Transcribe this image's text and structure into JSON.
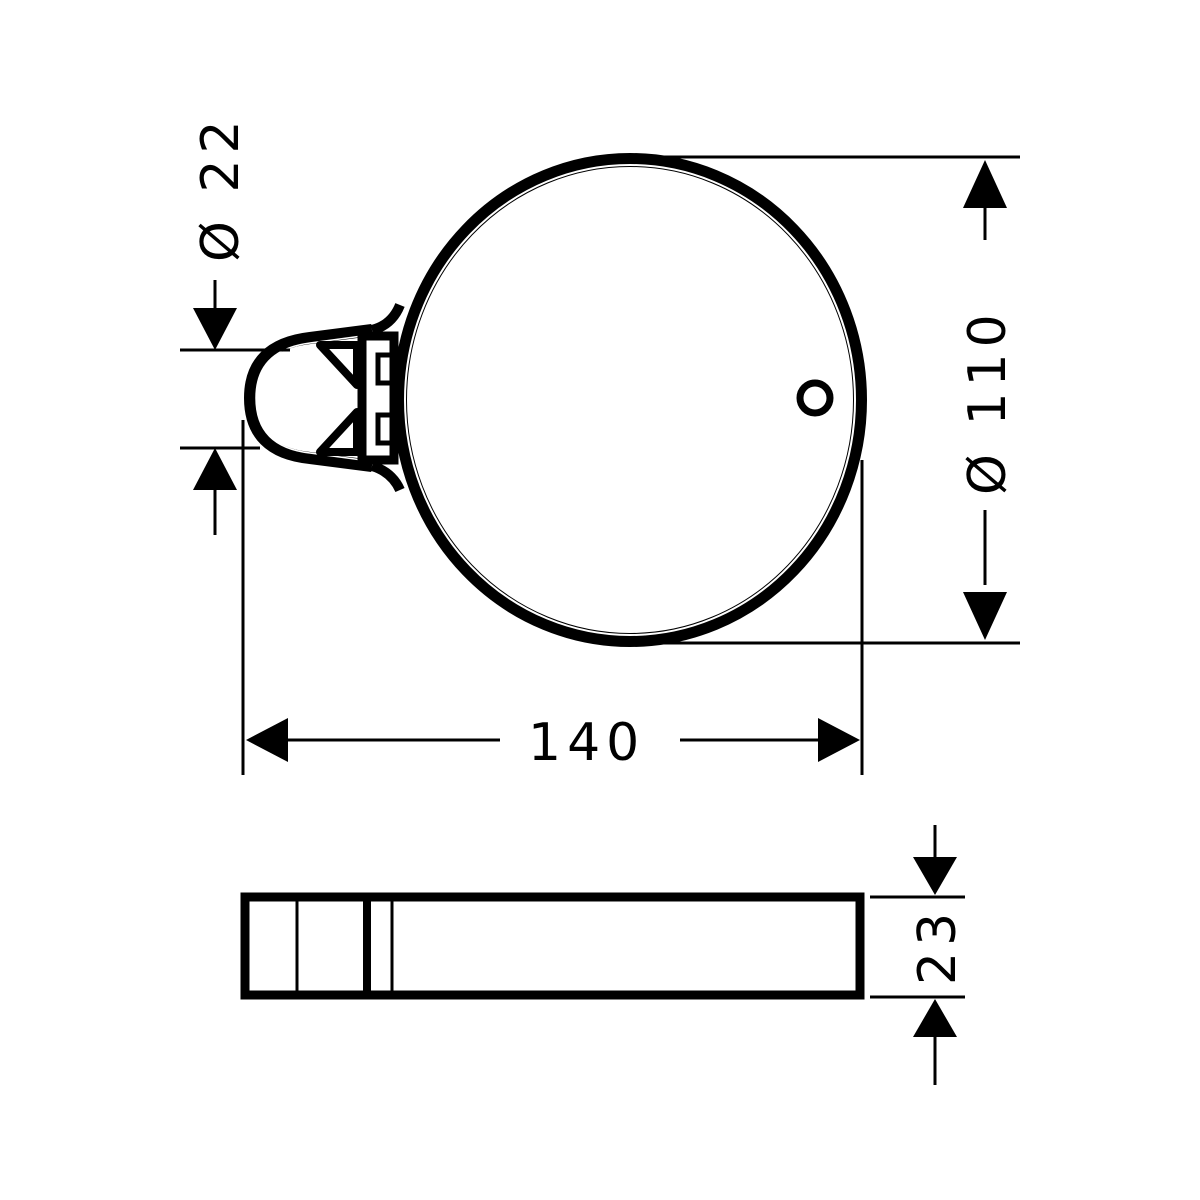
{
  "dimensions": {
    "clamp_diameter": "Ø 22",
    "outer_diameter": "Ø 110",
    "overall_length": "140",
    "height": "23"
  },
  "colors": {
    "line": "#000000",
    "background": "#ffffff"
  }
}
